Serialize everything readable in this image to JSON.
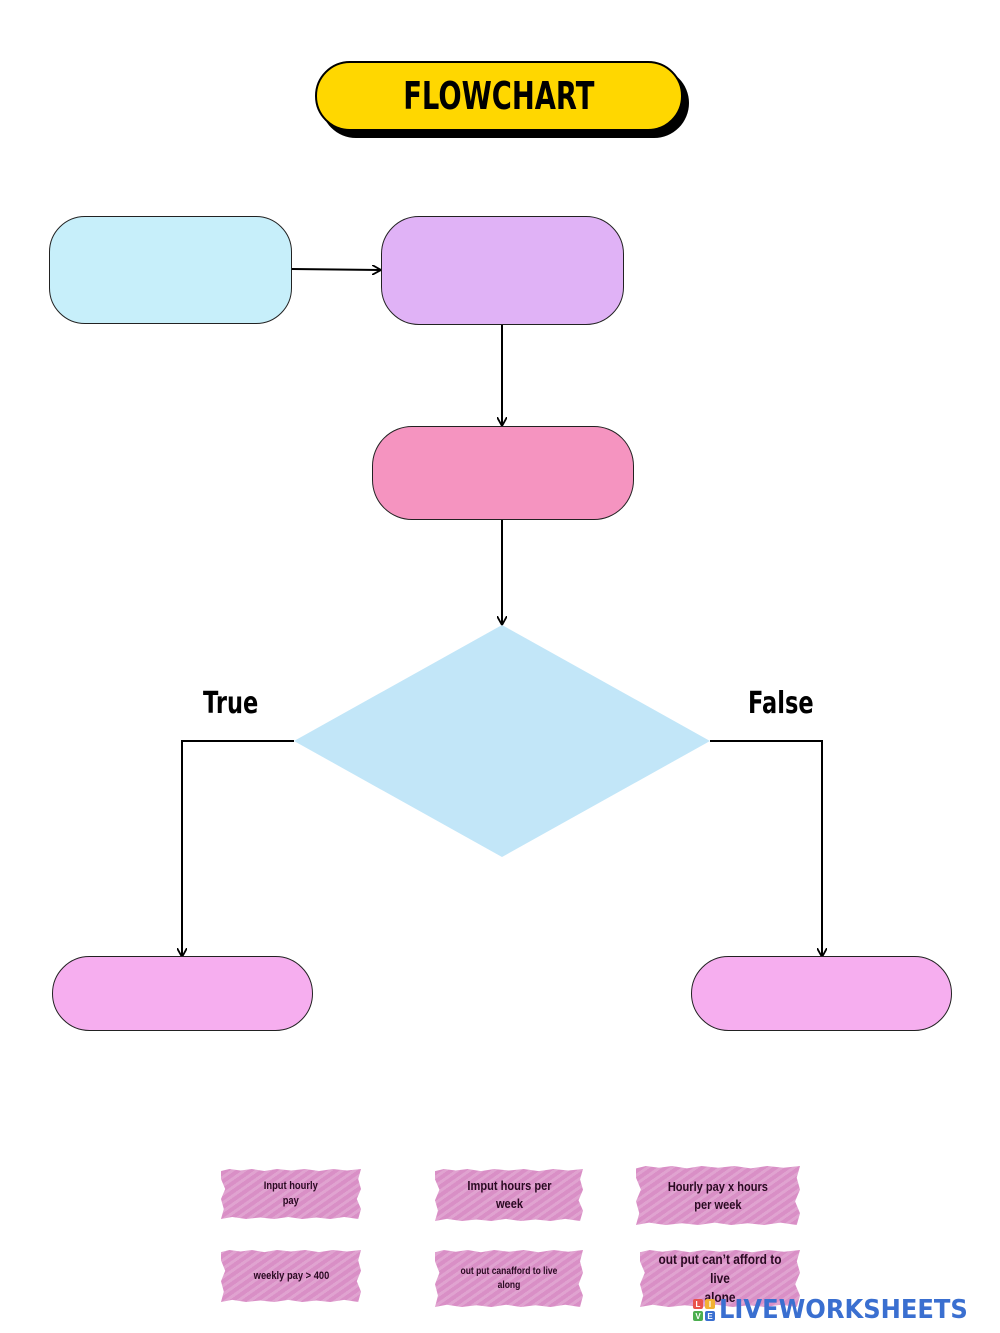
{
  "title": "FLOWCHART",
  "colors": {
    "title_fill": "#ffd700",
    "input_hourly": "#c7effa",
    "input_hours": "#e0b2f6",
    "process": "#f594c0",
    "decision": "#c2e6f8",
    "output": "#f6aeef",
    "chip": "#d98fc6",
    "logo": "#3a6fd0"
  },
  "labels": {
    "true": "True",
    "false": "False"
  },
  "answer_chips": [
    {
      "line1": "Input hourly",
      "line2": "pay"
    },
    {
      "line1": "Imput hours per",
      "line2": "week"
    },
    {
      "line1": "Hourly pay x hours",
      "line2": "per week"
    },
    {
      "line1": "weekly pay > 400",
      "line2": ""
    },
    {
      "line1": "out put canafford to live",
      "line2": "along"
    },
    {
      "line1": "out put can’t afford to live",
      "line2": "alone"
    }
  ],
  "logo": {
    "text": "LIVEWORKSHEETS",
    "letters": [
      "L",
      "I",
      "V",
      "E"
    ],
    "letter_colors": [
      "#e9524a",
      "#f2b233",
      "#4cae4f",
      "#3a6fd0"
    ]
  }
}
